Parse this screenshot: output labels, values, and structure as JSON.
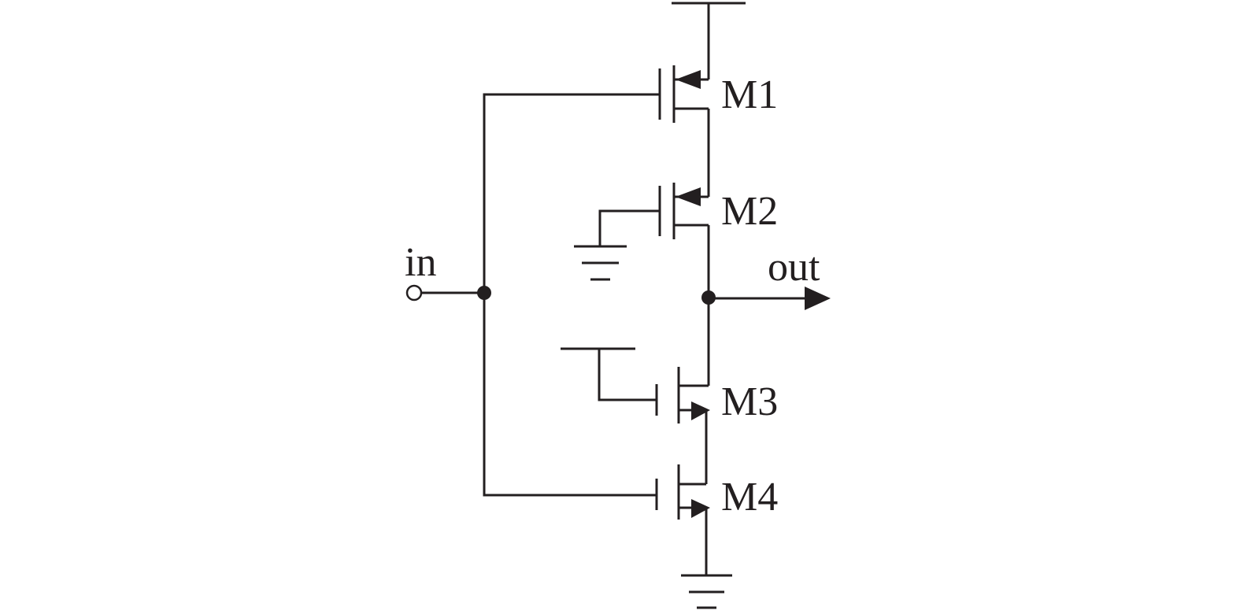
{
  "labels": {
    "input": "in",
    "output": "out",
    "m1": "M1",
    "m2": "M2",
    "m3": "M3",
    "m4": "M4"
  },
  "colors": {
    "ink": "#231f20",
    "background": "#ffffff"
  }
}
